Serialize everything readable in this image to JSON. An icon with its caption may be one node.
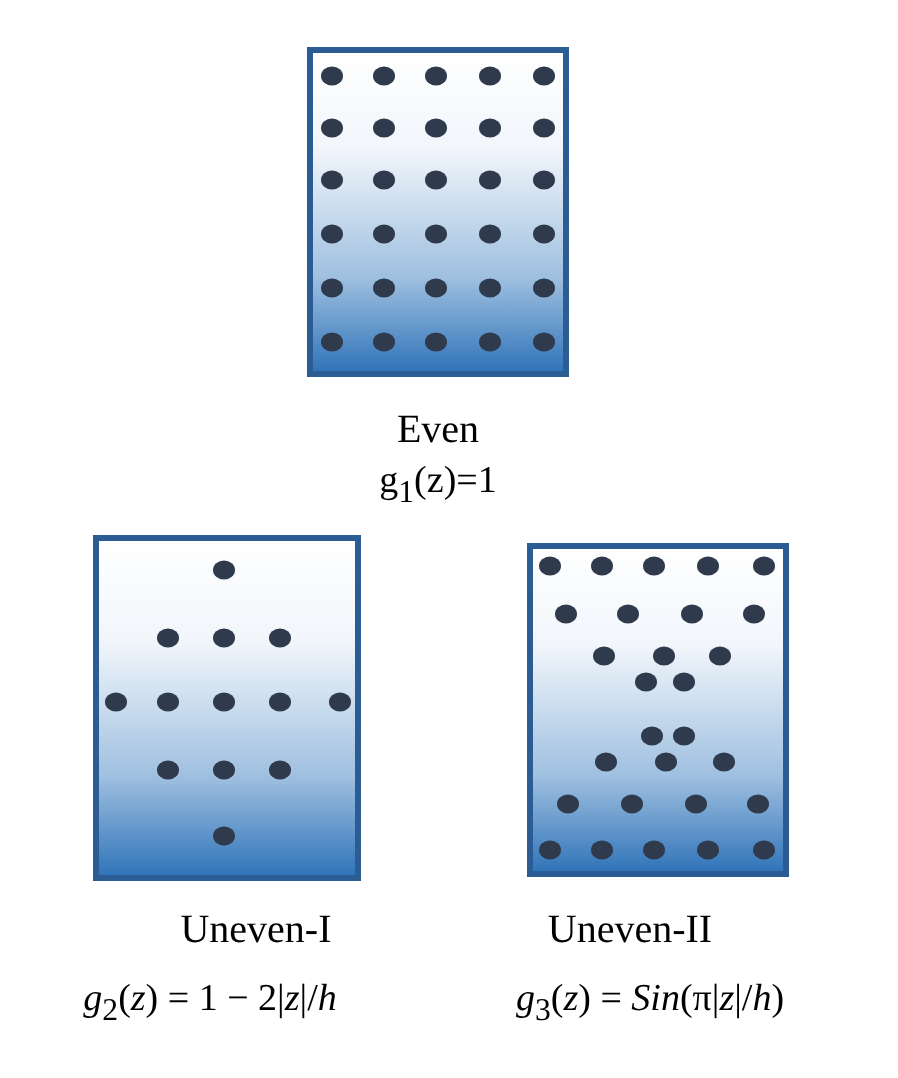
{
  "diagram": {
    "nodes": [
      {
        "text": [],
        "shape": "box",
        "beside": [
          "Even",
          "g$_{1}$(z)=1"
        ]
      },
      {
        "text": [],
        "shape": "box",
        "beside": [
          "Uneven-I",
          "*g*$_{2}$(*z*) = 1 − 2|*z*|/*h*"
        ]
      },
      {
        "text": [],
        "shape": "box",
        "beside": [
          "Uneven-II",
          "*g*$_{3}$(*z*) = *Sin*(π|*z*|/*h*)"
        ]
      }
    ]
  }
}
